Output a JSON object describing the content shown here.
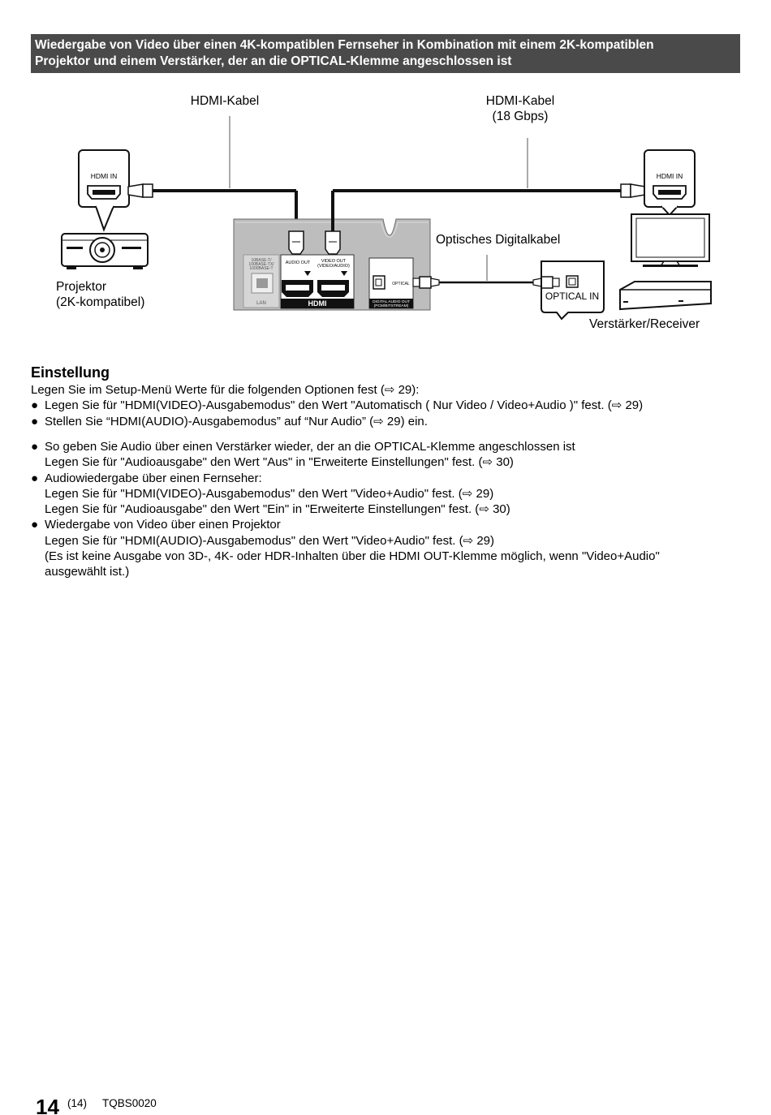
{
  "header": {
    "line1": "Wiedergabe von Video über einen 4K-kompatiblen Fernseher in Kombination mit einem 2K-kompatiblen",
    "line2": "Projektor und einem Verstärker, der an die OPTICAL-Klemme angeschlossen ist"
  },
  "diagram": {
    "hdmi_cable_left": "HDMI-Kabel",
    "hdmi_cable_right_1": "HDMI-Kabel",
    "hdmi_cable_right_2": "(18 Gbps)",
    "optical_cable": "Optisches Digitalkabel",
    "projector_1": "Projektor",
    "projector_2": "(2K-kompatibel)",
    "amplifier": "Verstärker/Receiver",
    "hdmi_in_left": "HDMI IN",
    "hdmi_in_right": "HDMI IN",
    "optical_in": "OPTICAL IN",
    "lan_spec_1": "10BASE-T/",
    "lan_spec_2": "100BASE-TX/",
    "lan_spec_3": "1000BASE-T",
    "lan": "LAN",
    "audio_out": "AUDIO OUT",
    "video_out_1": "VIDEO OUT",
    "video_out_2": "(VIDEO/AUDIO)",
    "hdmi_logo": "HDMI",
    "optical_port": "OPTICAL",
    "digital_audio_out_1": "DIGITAL AUDIO OUT",
    "digital_audio_out_2": "(PCM/BITSTREAM)"
  },
  "section": {
    "title": "Einstellung",
    "intro_a": "Legen Sie im Setup-Menü Werte für die folgenden Optionen fest (",
    "intro_ref": "29",
    "intro_b": "):",
    "bullet_char": "●",
    "arrow": "⇨",
    "bullets_a": [
      {
        "text": "Legen Sie für \"HDMI(VIDEO)-Ausgabemodus\" den Wert \"Automatisch ( Nur Video / Video+Audio )\" fest. (",
        "ref": "29",
        "end": ")"
      },
      {
        "text": "Stellen Sie “HDMI(AUDIO)-Ausgabemodus” auf “Nur Audio” (",
        "ref": "29",
        "end": ") ein."
      }
    ],
    "bullets_b": [
      {
        "head": "So geben Sie Audio über einen Verstärker wieder, der an die OPTICAL-Klemme angeschlossen ist",
        "lines": [
          {
            "text": "Legen Sie für \"Audioausgabe\" den Wert \"Aus\" in \"Erweiterte Einstellungen\" fest. (",
            "ref": "30",
            "end": ")"
          }
        ]
      },
      {
        "head": "Audiowiedergabe über einen Fernseher:",
        "lines": [
          {
            "text": "Legen Sie für \"HDMI(VIDEO)-Ausgabemodus\" den Wert \"Video+Audio\" fest. (",
            "ref": "29",
            "end": ")"
          },
          {
            "text": "Legen Sie für \"Audioausgabe\" den Wert \"Ein\" in \"Erweiterte Einstellungen\" fest. (",
            "ref": "30",
            "end": ")"
          }
        ]
      },
      {
        "head": "Wiedergabe von Video über einen Projektor",
        "lines": [
          {
            "text": "Legen Sie für \"HDMI(AUDIO)-Ausgabemodus\" den Wert \"Video+Audio\" fest. (",
            "ref": "29",
            "end": ")"
          }
        ],
        "note_1": "(Es ist keine Ausgabe von 3D-, 4K- oder HDR-Inhalten über die HDMI OUT-Klemme möglich, wenn \"Video+Audio\"",
        "note_2": "ausgewählt ist.)"
      }
    ]
  },
  "footer": {
    "page_number": "14",
    "page_sub": "(14)",
    "doc_code": "TQBS0020"
  }
}
